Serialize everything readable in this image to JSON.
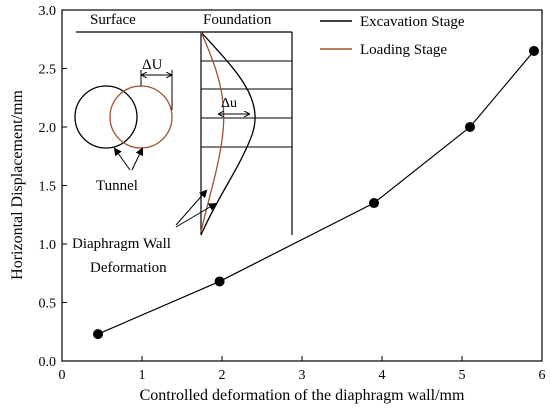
{
  "chart_data": {
    "type": "line",
    "xlabel": "Controlled deformation of the diaphragm wall/mm",
    "ylabel": "Horizontal Displacement/mm",
    "xlim": [
      0,
      6
    ],
    "ylim": [
      0,
      3
    ],
    "x_ticks": [
      "0",
      "1",
      "2",
      "3",
      "4",
      "5",
      "6"
    ],
    "y_ticks": [
      "0.0",
      "0.5",
      "1.0",
      "1.5",
      "2.0",
      "2.5",
      "3.0"
    ],
    "grid": false,
    "series": [
      {
        "x": [
          0.45,
          1.97,
          3.9,
          5.1,
          5.9
        ],
        "y": [
          0.23,
          0.68,
          1.35,
          2.0,
          2.65
        ],
        "color": "#000000",
        "marker": "circle"
      }
    ]
  },
  "inset": {
    "surface_label": "Surface",
    "foundation_label": "Foundation",
    "delta_U_label": "ΔU",
    "delta_u_label": "Δu",
    "tunnel_label": "Tunnel",
    "wall_label_line1": "Diaphragm Wall",
    "wall_label_line2": "Deformation",
    "legend": [
      {
        "label": "Excavation Stage",
        "color": "#000000"
      },
      {
        "label": "Loading Stage",
        "color": "#a0522d"
      }
    ]
  }
}
